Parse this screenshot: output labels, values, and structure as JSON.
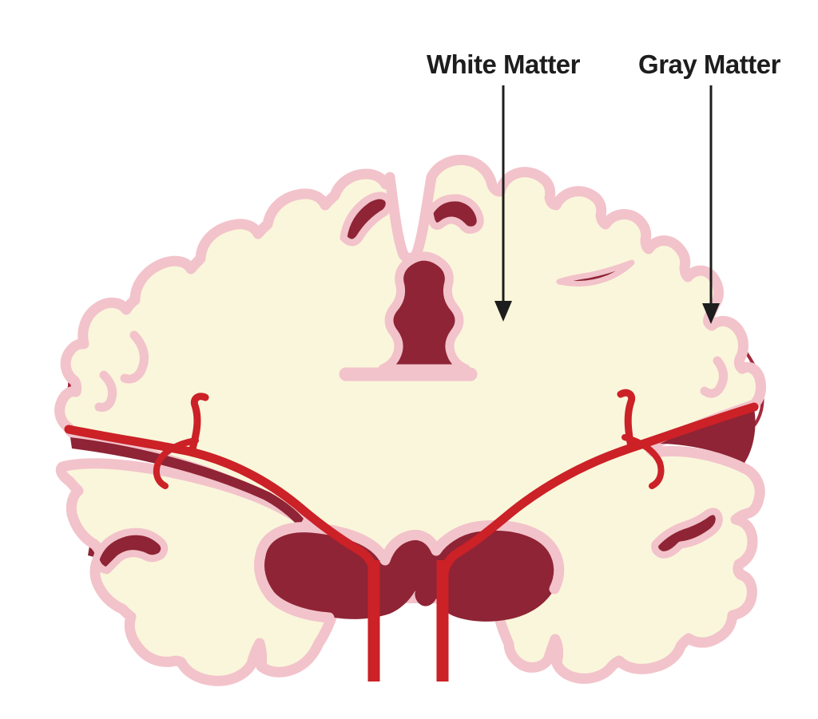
{
  "annotations": {
    "white_matter": {
      "label": "White Matter",
      "icon": "down-arrow"
    },
    "gray_matter": {
      "label": "Gray Matter",
      "icon": "down-arrow"
    }
  },
  "colors": {
    "background": "#ffffff",
    "white_matter_fill": "#FAF6DB",
    "gray_matter_cortex": "#F2C3CB",
    "sulci_fissures": "#8E2435",
    "arteries": "#CB2127",
    "artery_dark_edge": "#A5293C",
    "annotation_text": "#1D1D1D"
  }
}
